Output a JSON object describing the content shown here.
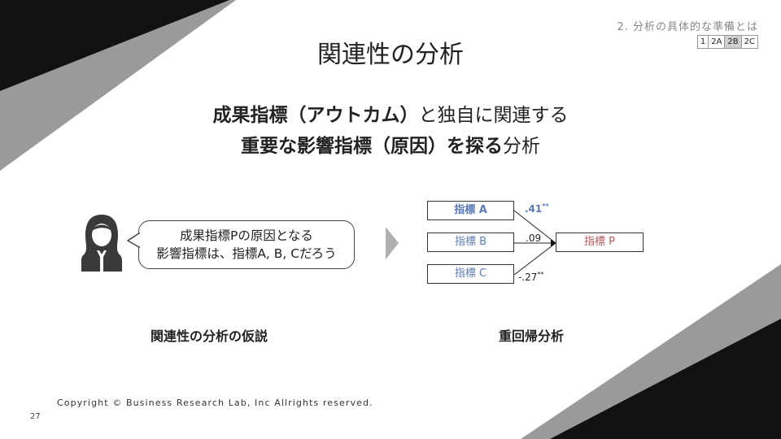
{
  "header": {
    "section_label": "2. 分析の具体的な準備とは",
    "nav_tabs": [
      {
        "label": "1",
        "active": false
      },
      {
        "label": "2A",
        "active": false
      },
      {
        "label": "2B",
        "active": true
      },
      {
        "label": "2C",
        "active": false
      }
    ]
  },
  "slide": {
    "title": "関連性の分析",
    "headline": {
      "line1_bold": "成果指標（アウトカム）",
      "line1_rest": "と独自に関連する",
      "line2_bold": "重要な影響指標（原因）を探る",
      "line2_rest": "分析"
    },
    "left_panel": {
      "bubble_line1": "成果指標Pの原因となる",
      "bubble_line2": "影響指標は、指標A, B, Cだろう",
      "caption": "関連性の分析の仮説"
    },
    "right_panel": {
      "box_a": "指標 A",
      "box_b": "指標 B",
      "box_c": "指標 C",
      "box_p": "指標 P",
      "coef_a": ".41",
      "coef_a_sig": "**",
      "coef_b": ".09",
      "coef_c": "-.27",
      "coef_c_sig": "**",
      "caption": "重回帰分析"
    }
  },
  "footer": {
    "copyright": "Copyright © Business Research Lab, Inc Allrights reserved.",
    "page_number": "27"
  },
  "colors": {
    "dark": "#111111",
    "gray": "#9a9a9a",
    "blue_text": "#5b7bb5",
    "red_text": "#b05a5a"
  }
}
